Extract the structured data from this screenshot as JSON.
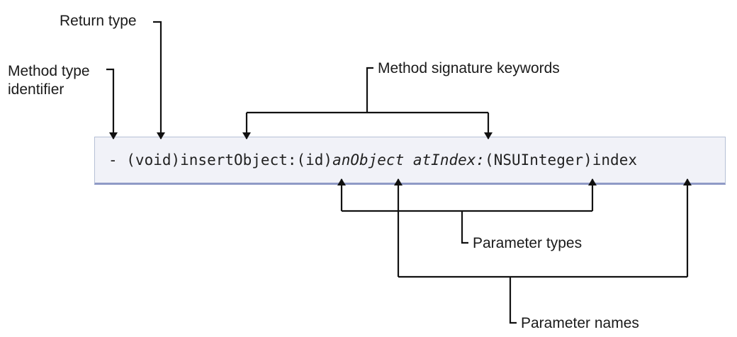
{
  "labels": {
    "return_type": "Return type",
    "method_type_identifier_line1": "Method type",
    "method_type_identifier_line2": "identifier",
    "signature_keywords": "Method signature keywords",
    "parameter_types": "Parameter types",
    "parameter_names": "Parameter names"
  },
  "code": {
    "prefix": "- (void)insertObject:(id)",
    "param1": "anObject",
    "space": " ",
    "keyword2": "atIndex:",
    "type2": "(NSUInteger)",
    "param2": "index"
  }
}
